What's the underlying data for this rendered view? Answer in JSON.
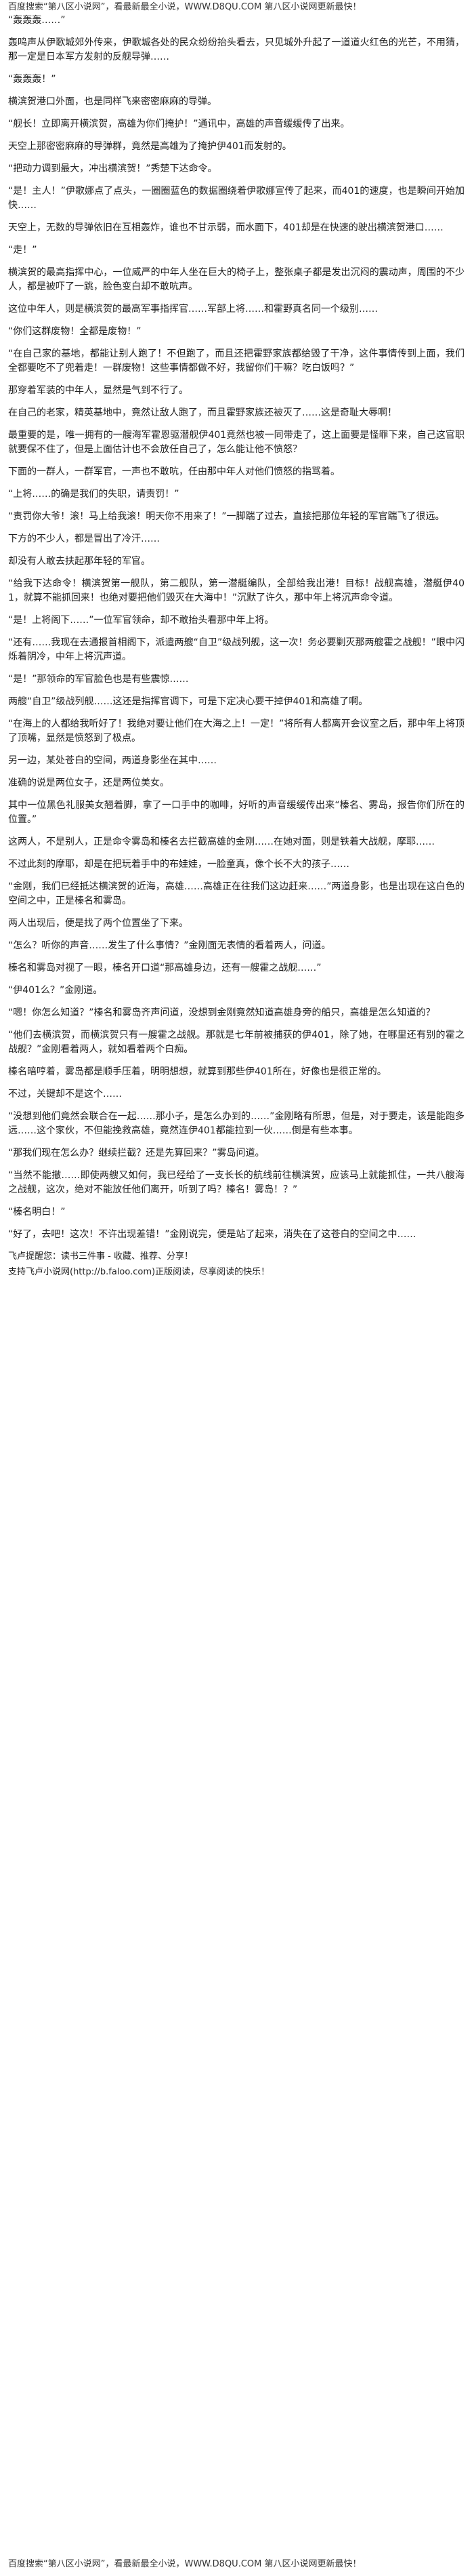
{
  "banner": "百度搜索“第八区小说网”，看最新最全小说，WWW.D8QU.COM   第八区小说网更新最快！",
  "paragraphs": [
    "“轰轰轰……”",
    "轰鸣声从伊歌城郊外传来，伊歌城各处的民众纷纷抬头看去，只见城外升起了一道道火红色的光芒，不用猜，那一定是日本军方发射的反舰导弹……",
    "“轰轰轰！”",
    "横滨贺港口外面，也是同样飞来密密麻麻的导弹。",
    "“舰长！立即离开横滨贺，高雄为你们掩护！”通讯中，高雄的声音缓缓传了出来。",
    "天空上那密密麻麻的导弹群，竟然是高雄为了掩护伊401而发射的。",
    "“把动力调到最大，冲出横滨贺！”秀楚下达命令。",
    "“是！主人！”伊歌娜点了点头，一圈圈蓝色的数据圈绕着伊歌娜宣传了起来，而401的速度，也是瞬间开始加快……",
    "天空上，无数的导弹依旧在互相轰炸，谁也不甘示弱，而水面下，401却是在快速的驶出横滨贺港口……",
    "“走！”",
    "横滨贺的最高指挥中心，一位威严的中年人坐在巨大的椅子上，整张桌子都是发出沉闷的震动声，周围的不少人，都是被吓了一跳，脸色变白却不敢吭声。",
    "这位中年人，则是横滨贺的最高军事指挥官……军部上将……和霍野真名同一个级别……",
    "“你们这群废物！全都是废物！”",
    "“在自己家的基地，都能让别人跑了！不但跑了，而且还把霍野家族都给毁了干净，这件事情传到上面，我们全都要吃不了兜着走！一群废物！这些事情都做不好，我留你们干嘛？吃白饭吗？”",
    "那穿着军装的中年人，显然是气到不行了。",
    "在自己的老家，精英基地中，竟然让敌人跑了，而且霍野家族还被灭了……这是奇耻大辱啊！",
    "最重要的是，唯一拥有的一艘海军霍恩驱潜舰伊401竟然也被一同带走了，这上面要是怪罪下来，自己这官职就要保不住了，但是上面估计也不会放任自己了，怎么能让他不愤怒？",
    "下面的一群人，一群军官，一声也不敢吭，任由那中年人对他们愤怒的指骂着。",
    "“上将……的确是我们的失职，请责罚！”",
    "“责罚你大爷！滚！马上给我滚！明天你不用来了！”一脚踹了过去，直接把那位年轻的军官踹飞了很远。",
    "下方的不少人，都是冒出了冷汗……",
    "却没有人敢去扶起那年轻的军官。",
    "“给我下达命令！横滨贺第一舰队，第二舰队，第一潜艇编队，全部给我出港！目标！战舰高雄，潜艇伊401，就算不能抓回来！也绝对要把他们毁灭在大海中！”沉默了许久，那中年上将沉声命令道。",
    "“是！上将阁下……”一位军官领命，却不敢抬头看那中年上将。",
    "“还有……我现在去通报首相阁下，派遣两艘“自卫”级战列舰，这一次！务必要剿灭那两艘霍之战舰！”眼中闪烁着阴冷，中年上将沉声道。",
    "“是！”那领命的军官脸色也是有些震惊……",
    "两艘“自卫”级战列舰……这还是指挥官调下，可是下定决心要干掉伊401和高雄了啊。",
    "“在海上的人都给我听好了！我绝对要让他们在大海之上！一定！”将所有人都离开会议室之后，那中年上将顶了顶嘴，显然是愤怒到了极点。",
    "另一边，某处苍白的空间，两道身影坐在其中……",
    "准确的说是两位女子，还是两位美女。",
    "其中一位黑色礼服美女翘着脚，拿了一口手中的咖啡，好听的声音缓缓传出来“榛名、雾岛，报告你们所在的位置。”",
    "这两人，不是别人，正是命令雾岛和榛名去拦截高雄的金刚……在她对面，则是铁着大战舰，摩耶……",
    "不过此刻的摩耶，却是在把玩着手中的布娃娃，一脸童真，像个长不大的孩子……",
    "“金刚，我们已经抵达横滨贺的近海，高雄……高雄正在往我们这边赶来……”两道身影，也是出现在这白色的空间之中，正是榛名和雾岛。",
    "两人出现后，便是找了两个位置坐了下来。",
    "“怎么？听你的声音……发生了什么事情？”金刚面无表情的看着两人，问道。",
    "榛名和雾岛对视了一眼，榛名开口道“那高雄身边，还有一艘霍之战舰……”",
    "“伊401么？”金刚道。",
    "“嗯！你怎么知道？”榛名和雾岛齐声问道，没想到金刚竟然知道高雄身旁的船只，高雄是怎么知道的？",
    "“他们去横滨贺，而横滨贺只有一艘霍之战舰。那就是七年前被捕获的伊401，除了她，在哪里还有别的霍之战舰？”金刚看着两人，就如看着两个白痴。",
    "榛名暗哼着，雾岛都是顺手压着，明明想想，就算到那些伊401所在，好像也是很正常的。",
    "不过，关键却不是这个……",
    "“没想到他们竟然会联合在一起……那小子，是怎么办到的……”金刚略有所思，但是，对于要走，该是能跑多远……这个家伙，不但能挽救高雄，竟然连伊401都能拉到一伙……倒是有些本事。",
    "“那我们现在怎么办？继续拦截？还是先算回来？”雾岛问道。",
    "“当然不能撤……即使两艘又如何，我已经给了一支长长的航线前往横滨贺，应该马上就能抓住，一共八艘海之战舰，这次，绝对不能放任他们离开，听到了吗？榛名！雾岛！？”",
    "“榛名明白！”",
    "“好了，去吧！这次！不许出现差错！”金刚说完，便是站了起来，消失在了这苍白的空间之中……"
  ],
  "footer": {
    "reading_tip": "飞卢提醒您：读书三件事 - 收藏、推荐、分享！",
    "support_text": "支持飞卢小说网(http://b.faloo.com)正版阅读，尽享阅读的快乐！"
  }
}
